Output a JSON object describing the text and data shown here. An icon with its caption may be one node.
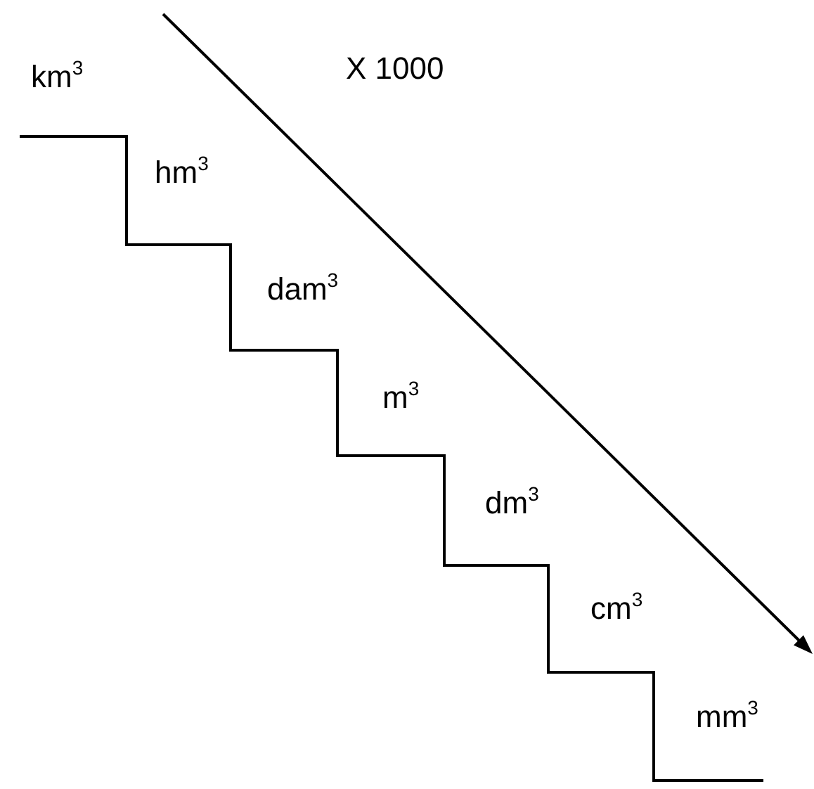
{
  "diagram": {
    "labels": [
      "km$^{3}$",
      "X 1000",
      "hm$^{3}$",
      "dam$^{3}$",
      "m$^{3}$",
      "dm$^{3}$",
      "cm$^{3}$",
      "mm$^{3}$"
    ]
  }
}
